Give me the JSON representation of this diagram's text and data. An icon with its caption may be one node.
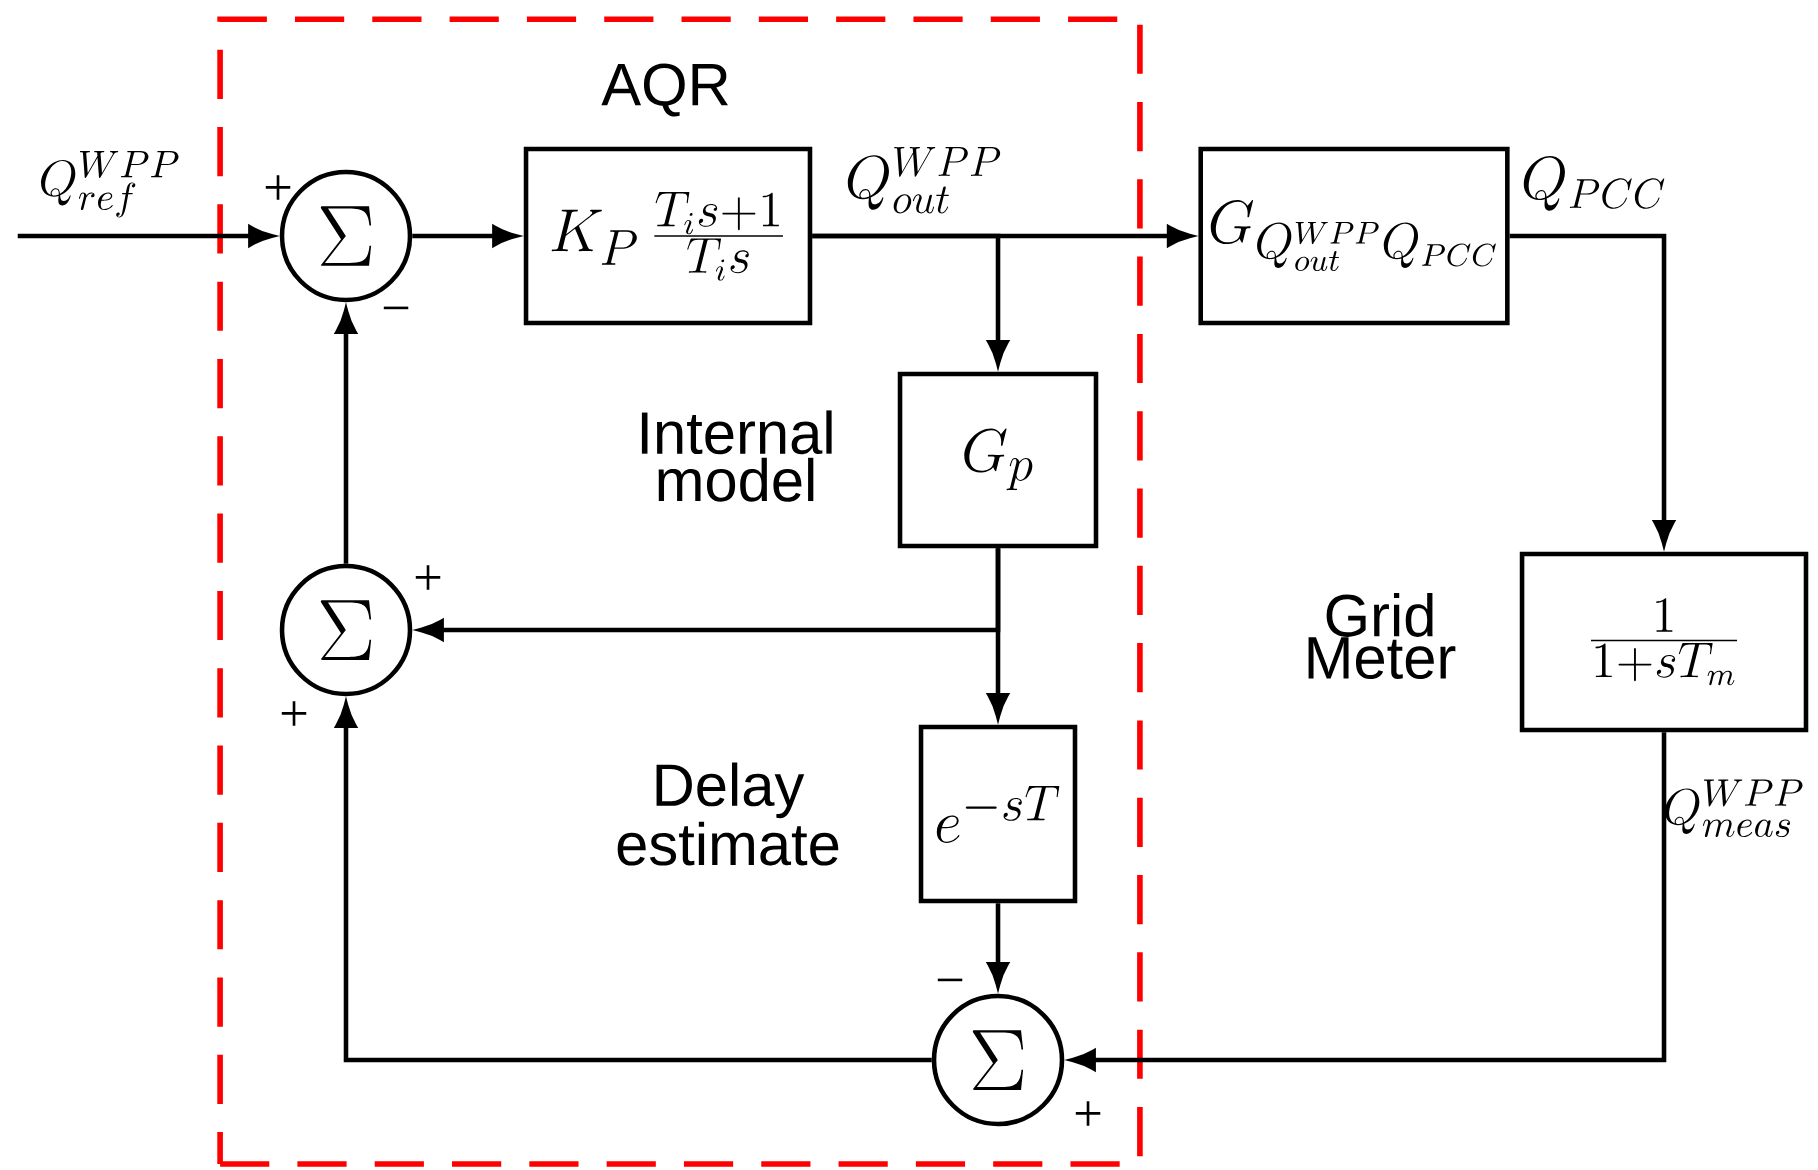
{
  "diagram": {
    "nodes": [
      {
        "text": [],
        "shape": "box"
      },
      {
        "text": [
          "\\Sigma"
        ],
        "in": 0
      },
      {
        "text": [
          "K_P\\,\\frac{T_i s+1}{T_i s}"
        ],
        "beside": [
          "AQR"
        ],
        "in": 0
      },
      {
        "text": [
          "G_p"
        ],
        "beside": [
          "Internal model"
        ],
        "in": 0
      },
      {
        "text": [
          "e^{-sT}"
        ],
        "beside": [
          "Delay estimate"
        ],
        "in": 0
      },
      {
        "text": [
          "\\Sigma"
        ],
        "in": 0
      },
      {
        "text": [
          "\\Sigma"
        ],
        "in": 0
      },
      {
        "text": [
          "G_{Q_{out}^{WPP} Q_{PCC}}"
        ]
      },
      {
        "text": [
          "\\frac{1}{1+sT_m}"
        ],
        "beside": [
          "Grid Meter"
        ]
      }
    ],
    "edges": [
      {
        "from": null,
        "to": 1,
        "arrow": "to",
        "label": "Q_{ref}^{WPP}"
      },
      {
        "from": 1,
        "to": 2,
        "arrow": "to"
      },
      {
        "from": 2,
        "to": 7,
        "arrow": "to",
        "label": "Q_{out}^{WPP}"
      },
      {
        "from": 2,
        "to": 3,
        "arrow": "to"
      },
      {
        "from": 3,
        "to": 5,
        "arrow": "to"
      },
      {
        "from": 3,
        "to": 4,
        "arrow": "to"
      },
      {
        "from": 4,
        "to": 6,
        "arrow": "to"
      },
      {
        "from": 7,
        "to": 8,
        "arrow": "to",
        "label": "Q_{PCC}"
      },
      {
        "from": 8,
        "to": 6,
        "arrow": "to",
        "label": "Q_{meas}^{WPP}"
      },
      {
        "from": 6,
        "to": 5,
        "arrow": "to"
      },
      {
        "from": 5,
        "to": 1,
        "arrow": "to"
      }
    ],
    "labels": [
      "+",
      "−",
      "+",
      "+",
      "−",
      "+"
    ]
  }
}
